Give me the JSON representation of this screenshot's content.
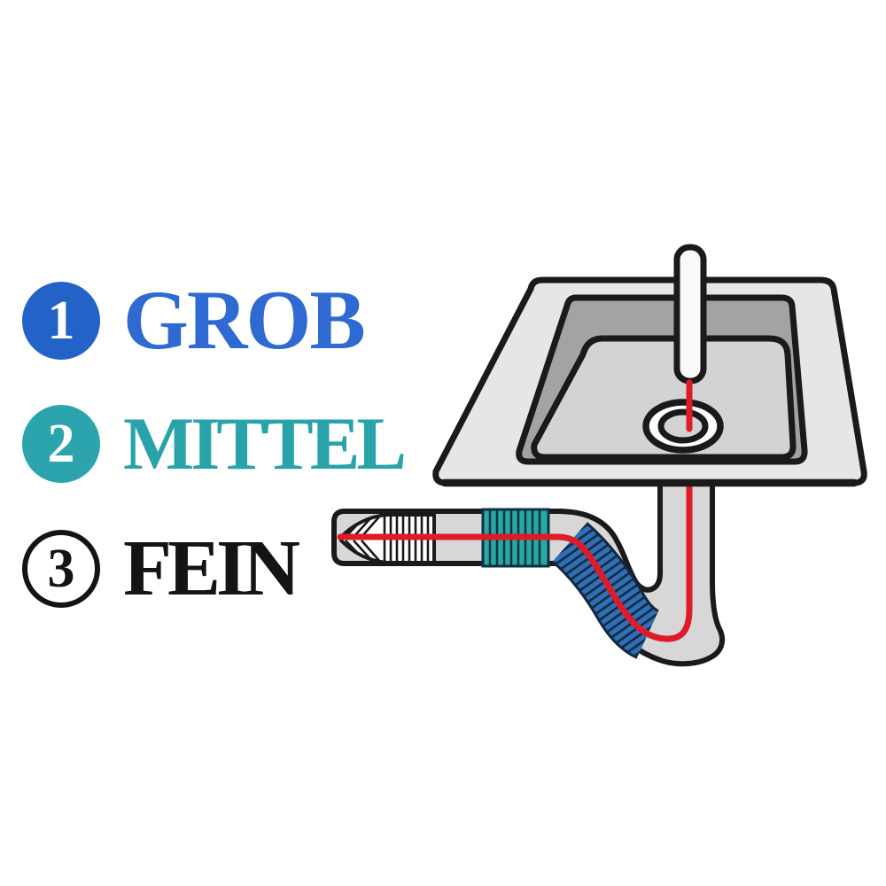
{
  "colors": {
    "outline": "#1a1a1a",
    "white": "#ffffff",
    "red": "#df1b28",
    "sink_outer": "#e6e6e6",
    "sink_rim": "#a3a3a3",
    "basin": "#d3d3d3",
    "faucet": "#f9f9f9",
    "pipe": "#d7d7d7",
    "teal_section": "#28a7a3",
    "teal_dark": "#0c3340",
    "blue_section": "#2f6fb8",
    "blue_dark": "#13293d"
  },
  "legend": {
    "items": [
      {
        "number": "1",
        "label": "GROB",
        "circle_color": "#2363c8",
        "circle_border": "#2363c8",
        "number_color": "#ffffff",
        "label_color": "#2f6ad2"
      },
      {
        "number": "2",
        "label": "MITTEL",
        "circle_color": "#2ca4ad",
        "circle_border": "#2ca4ad",
        "number_color": "#ffffff",
        "label_color": "#27a3a9"
      },
      {
        "number": "3",
        "label": "FEIN",
        "circle_color": "#ffffff",
        "circle_border": "#141414",
        "number_color": "#141414",
        "label_color": "#141414"
      }
    ]
  },
  "diagram": {
    "parts": {
      "faucet": "faucet",
      "basin": "sink basin",
      "drain": "drain ring",
      "trap": "p-trap drain pipe",
      "coarse": "coarse brush section (blue)",
      "medium": "medium brush section (teal)",
      "fine": "fine brush tip (white)",
      "cable": "flexible shaft cable (red)"
    }
  }
}
